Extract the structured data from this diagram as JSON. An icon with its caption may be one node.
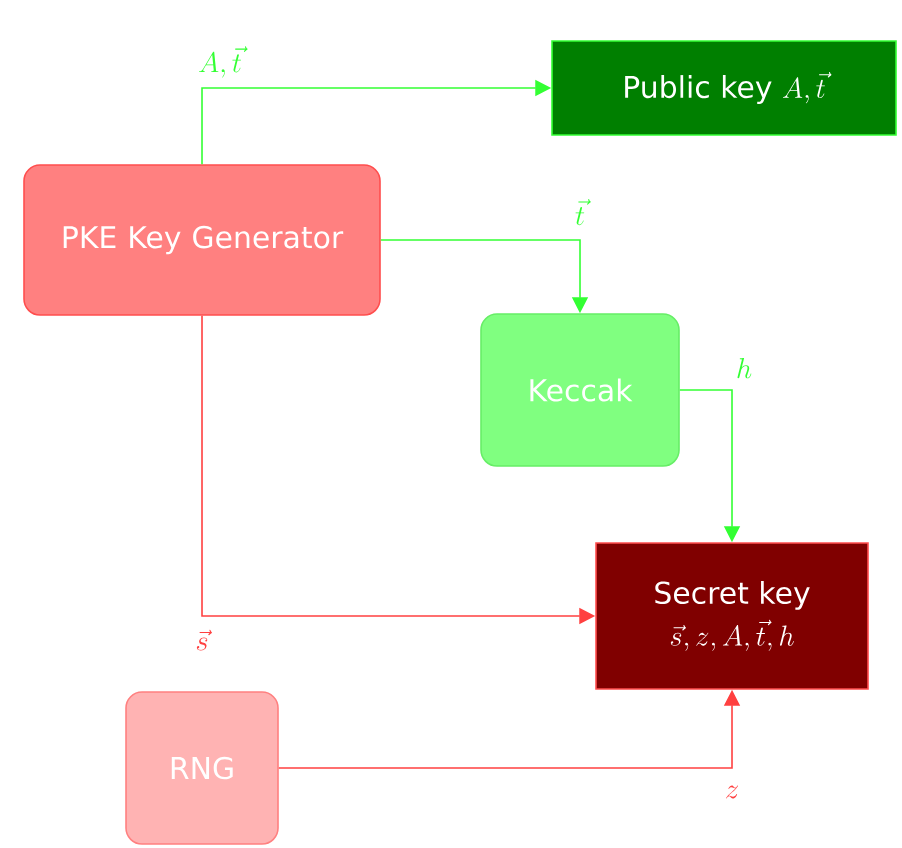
{
  "diagram": {
    "nodes": [
      {
        "text": [
          "PKE Key Generator"
        ]
      },
      {
        "text": [
          "Public key",
          "A,\\vec{t}"
        ]
      },
      {
        "text": [
          "Keccak"
        ]
      },
      {
        "text": [
          "Secret key",
          "\\vec{s},z,A,\\vec{t},h"
        ]
      },
      {
        "text": [
          "RNG"
        ]
      }
    ],
    "edges": [
      {
        "from": 0,
        "to": 1,
        "arrow": "to",
        "label": "A,\\vec{t}",
        "color": "#33ff33"
      },
      {
        "from": 0,
        "to": 2,
        "arrow": "to",
        "label": "\\vec{t}",
        "color": "#33ff33"
      },
      {
        "from": 2,
        "to": 3,
        "arrow": "to",
        "label": "h",
        "color": "#33ff33"
      },
      {
        "from": 0,
        "to": 3,
        "arrow": "to",
        "label": "\\vec{s}",
        "color": "#ff4040"
      },
      {
        "from": 4,
        "to": 3,
        "arrow": "to",
        "label": "z",
        "color": "#ff4040"
      }
    ]
  }
}
